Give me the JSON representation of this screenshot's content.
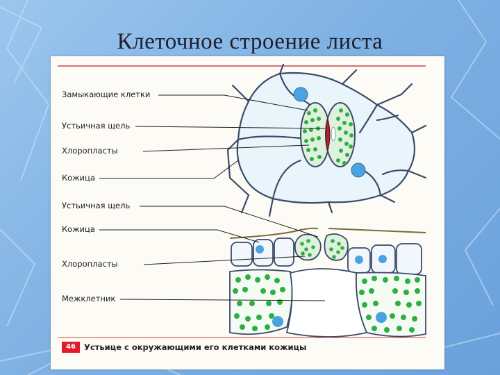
{
  "slide": {
    "title": "Клеточное строение листа"
  },
  "figure": {
    "labels": {
      "guard_cells": "Замыкающие клетки",
      "stomatal_slit_top": "Устьичная щель",
      "chloroplasts_top": "Хлоропласты",
      "epidermis_top": "Кожица",
      "stomatal_slit_bottom": "Устьичная  щель",
      "epidermis_bottom": "Кожица",
      "chloroplasts_bottom": "Хлоропласты",
      "intercellular_space": "Межклетник"
    },
    "caption": {
      "number": "46",
      "text": "Устьице с окружающими его клетками кожицы"
    }
  },
  "colors": {
    "background": "#7fb1e3",
    "cell_outline": "#3a4a6b",
    "cell_fill": "#e9f4fb",
    "chloroplast": "#2eae43",
    "nucleus": "#4aa3e0",
    "slit": "#a8262b",
    "caption_badge": "#e21b2c",
    "rule": "#c9474c"
  }
}
